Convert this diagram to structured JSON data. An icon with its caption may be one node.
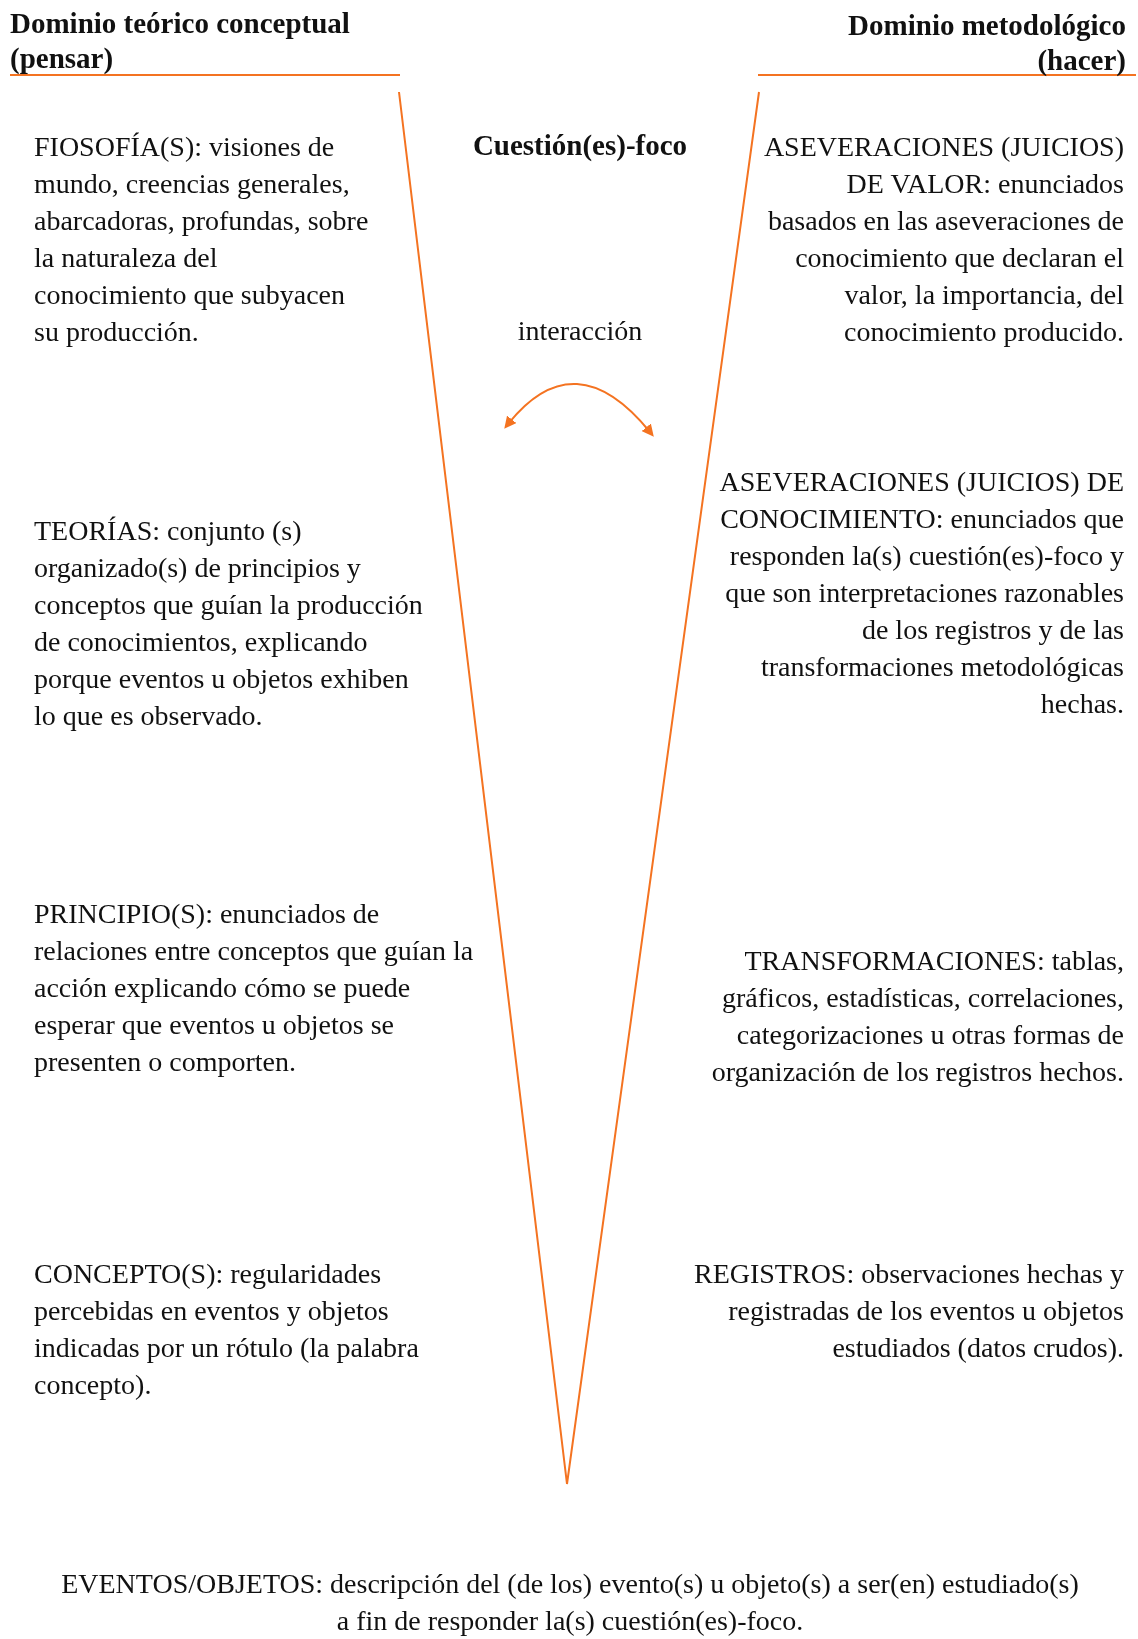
{
  "diagram": {
    "labels": [
      "Dominio teórico conceptual (pensar)",
      "Dominio metodológico (hacer)",
      "FIOSOFÍA(S): visiones de mundo, creencias generales, abarcadoras, profundas, sobre la naturaleza del conocimiento que subyacen su producción.",
      "Cuestión(es)-foco",
      "ASEVERACIONES (JUICIOS) DE VALOR: enunciados basados en las aseveraciones de conocimiento que declaran el valor, la importancia, del conocimiento producido.",
      "interacción",
      "TEORÍAS: conjunto (s) organizado(s) de principios y conceptos que guían la producción de conocimientos, explicando porque eventos u objetos exhiben lo que es observado.",
      "ASEVERACIONES (JUICIOS) DE CONOCIMIENTO: enunciados que responden la(s) cuestión(es)-foco y que son interpretaciones razonables de los registros y de las transformaciones metodológicas hechas.",
      "PRINCIPIO(S): enunciados de relaciones entre conceptos que guían la acción explicando cómo se puede esperar que eventos u objetos se presenten o comporten.",
      "TRANSFORMACIONES: tablas, gráficos, estadísticas, correlaciones, categorizaciones u otras formas de organización de los registros hechos.",
      "CONCEPTO(S): regularidades percebidas en eventos y objetos indicadas por un rótulo (la palabra concepto).",
      "REGISTROS:  observaciones hechas y registradas de los eventos u objetos estudiados (datos crudos).",
      "EVENTOS/OBJETOS: descripción del (de los) evento(s) u objeto(s) a ser(en) estudiado(s) a fin de responder la(s) cuestión(es)-foco."
    ]
  }
}
